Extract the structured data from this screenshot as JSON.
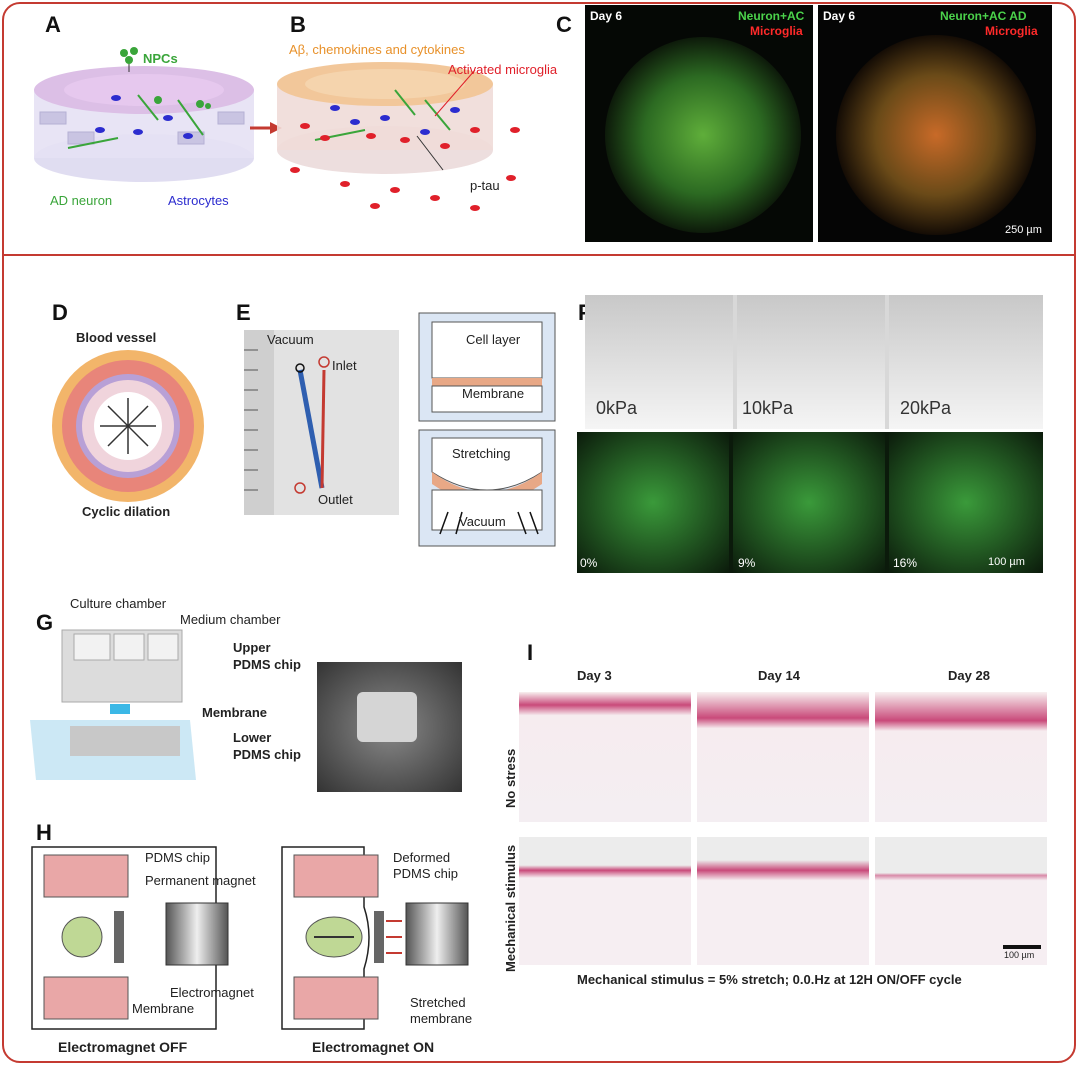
{
  "panels": {
    "A": {
      "letter": "A",
      "npcs": "NPCs",
      "ad_neuron": "AD neuron",
      "astrocytes": "Astrocytes"
    },
    "B": {
      "letter": "B",
      "abeta": "Aβ, chemokines and cytokines",
      "activated_microglia": "Activated microglia",
      "ptau": "p-tau"
    },
    "C": {
      "letter": "C",
      "day_left": "Day 6",
      "day_right": "Day 6",
      "left_green": "Neuron+AC",
      "left_red": "Microglia",
      "right_green": "Neuron+AC  AD",
      "right_red": "Microglia",
      "scale": "250 µm"
    },
    "D": {
      "letter": "D",
      "top": "Blood vessel",
      "bottom": "Cyclic dilation"
    },
    "E": {
      "letter": "E",
      "vacuum": "Vacuum",
      "inlet": "Inlet",
      "outlet": "Outlet",
      "cell_layer": "Cell layer",
      "membrane": "Membrane",
      "stretching": "Stretching",
      "vacuum2": "Vacuum"
    },
    "F": {
      "letter": "F",
      "kpa": [
        "0kPa",
        "10kPa",
        "20kPa"
      ],
      "pct": [
        "0%",
        "9%",
        "16%"
      ],
      "scale": "100 µm"
    },
    "G": {
      "letter": "G",
      "culture": "Culture chamber",
      "medium": "Medium chamber",
      "upper1": "Upper",
      "upper2": "PDMS chip",
      "membrane": "Membrane",
      "lower1": "Lower",
      "lower2": "PDMS chip"
    },
    "H": {
      "letter": "H",
      "pdms": "PDMS chip",
      "perm_magnet": "Permanent magnet",
      "electromagnet": "Electromagnet",
      "membrane": "Membrane",
      "off": "Electromagnet OFF",
      "deformed1": "Deformed",
      "deformed2": "PDMS chip",
      "stretched1": "Stretched",
      "stretched2": "membrane",
      "on": "Electromagnet ON"
    },
    "I": {
      "letter": "I",
      "days": [
        "Day 3",
        "Day 14",
        "Day 28"
      ],
      "row1": "No stress",
      "row2": "Mechanical stimulus",
      "scale": "100 µm",
      "caption": "Mechanical stimulus = 5% stretch; 0.0.Hz at 12H ON/OFF cycle"
    }
  },
  "colors": {
    "border": "#c43a31",
    "green": "#3aa53a",
    "blue": "#2c2ccf",
    "orange": "#e8912a",
    "red": "#e0202a"
  }
}
